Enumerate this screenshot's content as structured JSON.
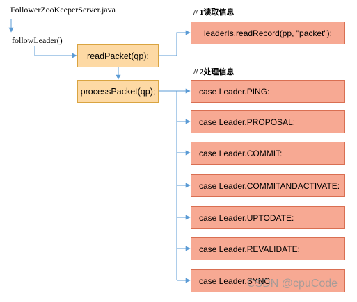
{
  "source_file": "FollowerZooKeeperServer.java",
  "method": "followLeader()",
  "read_packet": "readPacket(qp);",
  "process_packet": "processPacket(qp);",
  "note_read": "// 1读取信息",
  "note_process": "// 2处理信息",
  "read_record": "leaderIs.readRecord(pp, \"packet\");",
  "cases": [
    "case Leader.PING:",
    "case Leader.PROPOSAL:",
    "case Leader.COMMIT:",
    "case Leader.COMMITANDACTIVATE:",
    "case Leader.UPTODATE:",
    "case Leader.REVALIDATE:",
    "case Leader.SYNC:"
  ],
  "watermark": "CSDN @cpuCode",
  "colors": {
    "line": "#5b9bd5",
    "yellow_fill": "#fdd9a4",
    "orange_fill": "#f7a993"
  }
}
